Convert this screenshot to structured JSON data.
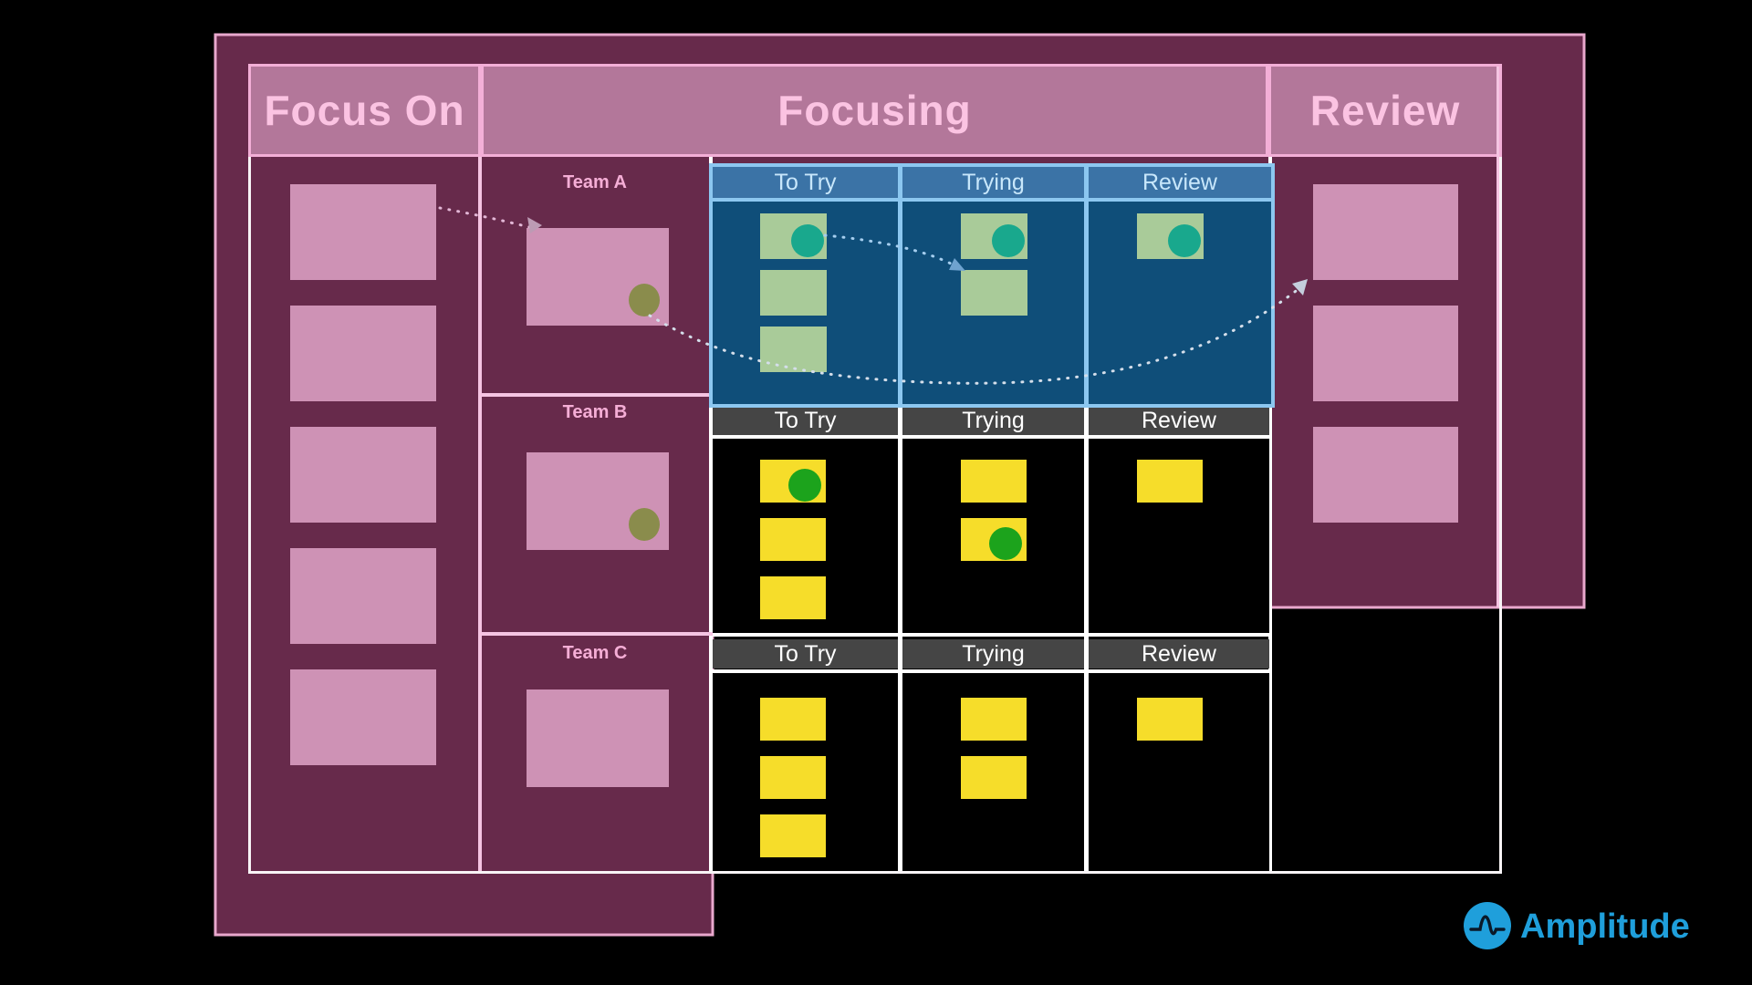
{
  "title_row": {
    "focus_on": "Focus On",
    "focusing": "Focusing",
    "review": "Review"
  },
  "focus_on_column": {
    "card_count": 5
  },
  "review_column": {
    "card_count": 3
  },
  "teams": [
    {
      "name": "Team A",
      "highlighted": true,
      "has_team_marker": true,
      "columns": [
        {
          "label": "To Try",
          "cards": [
            {
              "marker": true
            },
            {
              "marker": false
            },
            {
              "marker": false
            }
          ]
        },
        {
          "label": "Trying",
          "cards": [
            {
              "marker": true
            },
            {
              "marker": false
            }
          ]
        },
        {
          "label": "Review",
          "cards": [
            {
              "marker": true
            }
          ]
        }
      ]
    },
    {
      "name": "Team B",
      "highlighted": false,
      "has_team_marker": true,
      "columns": [
        {
          "label": "To Try",
          "cards": [
            {
              "marker": true
            },
            {
              "marker": false
            },
            {
              "marker": false
            }
          ]
        },
        {
          "label": "Trying",
          "cards": [
            {
              "marker": false
            },
            {
              "marker": true
            }
          ]
        },
        {
          "label": "Review",
          "cards": [
            {
              "marker": false
            }
          ]
        }
      ]
    },
    {
      "name": "Team C",
      "highlighted": false,
      "has_team_marker": false,
      "columns": [
        {
          "label": "To Try",
          "cards": [
            {
              "marker": false
            },
            {
              "marker": false
            },
            {
              "marker": false
            }
          ]
        },
        {
          "label": "Trying",
          "cards": [
            {
              "marker": false
            },
            {
              "marker": false
            }
          ]
        },
        {
          "label": "Review",
          "cards": [
            {
              "marker": false
            }
          ]
        }
      ]
    }
  ],
  "arrows": [
    {
      "from": "focus-on-card-1",
      "to": "team-a-card"
    },
    {
      "from": "team-a-card-marker",
      "to": "review-column-card-1"
    },
    {
      "from": "team-a-to-try-card-1",
      "to": "team-a-trying-column"
    }
  ],
  "logo": {
    "brand": "Amplitude"
  },
  "colors": {
    "background": "#000000",
    "board_magenta": "#672A4B",
    "board_outline_pink": "#E9A8CD",
    "header_mauve": "#B3779A",
    "header_text_pink": "#FBC3E2",
    "pink_card": "#CE92B5",
    "olive_marker": "#8A8C4C",
    "highlight_border_blue": "#8CC7F0",
    "highlight_header_blue": "#3B73A6",
    "highlight_cell_blue": "#0F4E79",
    "green_card": "#A9CB99",
    "teal_marker": "#19A88D",
    "grey_header": "#454545",
    "yellow_card": "#F6DD2A",
    "green_marker": "#1CA31C",
    "amplitude_blue": "#1F9FDB"
  }
}
